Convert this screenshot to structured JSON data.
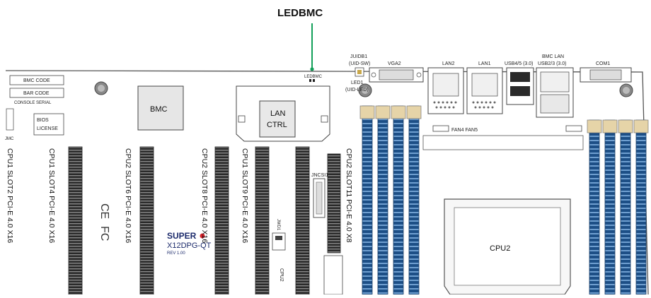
{
  "callout": {
    "title": "LEDBMC"
  },
  "labels": {
    "bmc_code": "BMC CODE",
    "bar_code": "BAR CODE",
    "console_serial": "CONSOLE SERIAL",
    "bios_license_1": "BIOS",
    "bios_license_2": "LICENSE",
    "bmc_chip": "BMC",
    "lan_ctrl_1": "LAN",
    "lan_ctrl_2": "CTRL",
    "ledbmc_small": "LEDBMC",
    "juidb1_1": "JUIDB1",
    "juidb1_2": "(UID-SW)",
    "led1_1": "LED1",
    "led1_2": "(UID-LED)",
    "vga2": "VGA2",
    "lan2": "LAN2",
    "lan1": "LAN1",
    "usb45": "USB4/5 (3.0)",
    "bmc_lan_1": "BMC LAN",
    "bmc_lan_2": "USB2/3 (3.0)",
    "com1": "COM1",
    "fan4_fan5": "FAN4 FAN5",
    "cpu2": "CPU2",
    "jncsi1": "JNCSI1",
    "jwd1": "JWD1",
    "cpu2_bottom": "CPU2",
    "brand": "SUPER",
    "model": "X12DPG-QT",
    "rev": "REV 1.00",
    "ce_mark": "CE",
    "fc_mark": "FC",
    "slot_left_edge": "CPU1 SLOT2 PCI-E 4.0 X16",
    "slot4": "CPU1 SLOT4 PCI-E 4.0 X16",
    "slot6": "CPU2 SLOT6 PCI-E 4.0 X16",
    "slot8": "CPU2 SLOT8 PCI-E 4.0 X16",
    "slot9": "CPU1 SLOT9 PCI-E 4.0 X16",
    "slot11": "CPU2 SLOT11 PCI-E 4.0 X8",
    "left_edge_small": "JMC"
  }
}
